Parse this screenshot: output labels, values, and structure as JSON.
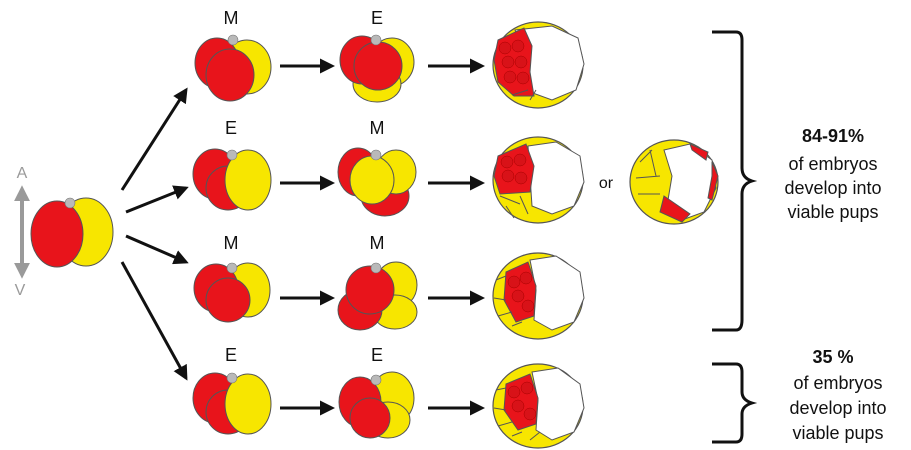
{
  "axis": {
    "top": "A",
    "bottom": "V"
  },
  "rows": [
    {
      "first": "M",
      "second": "E"
    },
    {
      "first": "E",
      "second": "M"
    },
    {
      "first": "M",
      "second": "M"
    },
    {
      "first": "E",
      "second": "E"
    }
  ],
  "or_label": "or",
  "outcome_upper": {
    "percent": "84-91%",
    "lines": [
      "of embryos",
      "develop into",
      "viable pups"
    ]
  },
  "outcome_lower": {
    "percent": "35 %",
    "lines": [
      "of embryos",
      "develop into",
      "viable pups"
    ]
  },
  "colors": {
    "red": "#e8141b",
    "yellow": "#f7e600",
    "outline": "#555555",
    "polar_body": "#b9b9b9",
    "axis": "#9a9a9a"
  }
}
